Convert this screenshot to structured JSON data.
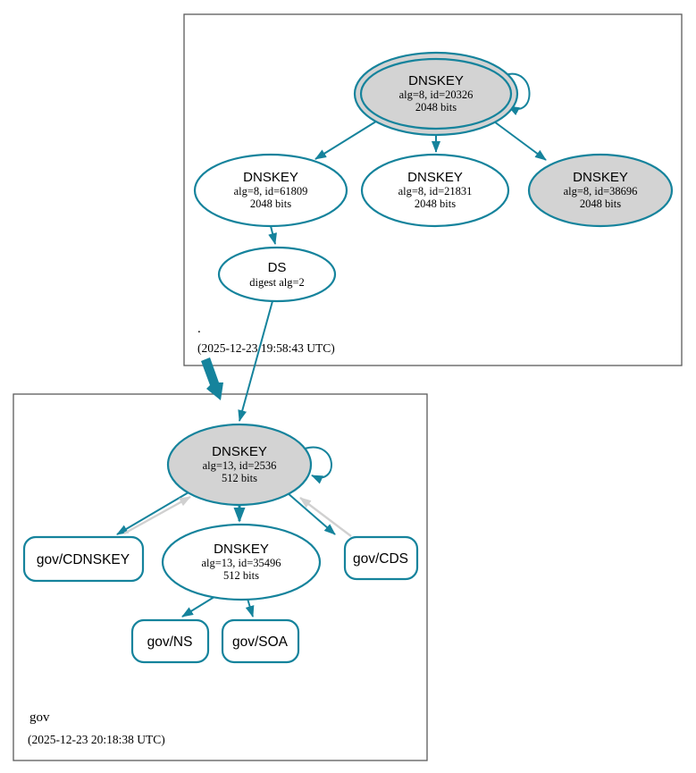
{
  "colors": {
    "edge_teal": "#15839c",
    "node_border_teal": "#15839c",
    "node_fill_gray": "#d3d3d3",
    "node_fill_white": "#ffffff",
    "insecure_edge_gray": "#d0d0d0",
    "zone_box_border": "#5b5b5b"
  },
  "zones": {
    "root": {
      "name": ".",
      "timestamp": "(2025-12-23 19:58:43 UTC)"
    },
    "gov": {
      "name": "gov",
      "timestamp": "(2025-12-23 20:18:38 UTC)"
    }
  },
  "nodes": {
    "root_ksk": {
      "title": "DNSKEY",
      "attrs": "alg=8, id=20326",
      "bits": "2048 bits"
    },
    "root_zsk": {
      "title": "DNSKEY",
      "attrs": "alg=8, id=61809",
      "bits": "2048 bits"
    },
    "root_key_21831": {
      "title": "DNSKEY",
      "attrs": "alg=8, id=21831",
      "bits": "2048 bits"
    },
    "root_key_38696": {
      "title": "DNSKEY",
      "attrs": "alg=8, id=38696",
      "bits": "2048 bits"
    },
    "root_ds": {
      "title": "DS",
      "attrs": "digest alg=2"
    },
    "gov_ksk": {
      "title": "DNSKEY",
      "attrs": "alg=13, id=2536",
      "bits": "512 bits"
    },
    "gov_zsk": {
      "title": "DNSKEY",
      "attrs": "alg=13, id=35496",
      "bits": "512 bits"
    },
    "gov_cdnskey": {
      "label": "gov/CDNSKEY"
    },
    "gov_cds": {
      "label": "gov/CDS"
    },
    "gov_ns": {
      "label": "gov/NS"
    },
    "gov_soa": {
      "label": "gov/SOA"
    }
  }
}
